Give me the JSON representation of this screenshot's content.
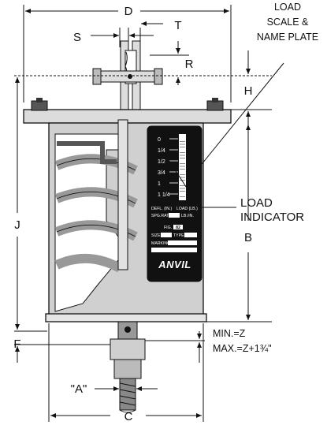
{
  "dimensions": {
    "D": "D",
    "S": "S",
    "T": "T",
    "R": "R",
    "H": "H",
    "J": "J",
    "B": "B",
    "F": "F",
    "C": "C",
    "A": "\"A\""
  },
  "callouts": {
    "load_scale_line1": "LOAD",
    "load_scale_line2": "SCALE &",
    "load_scale_line3": "NAME PLATE",
    "load_indicator_line1": "LOAD",
    "load_indicator_line2": "INDICATOR",
    "min_z": "MIN.=Z",
    "max_z": "MAX.=Z+1¾\""
  },
  "plate": {
    "scale_marks": [
      "0",
      "1/4",
      "1/2",
      "3/4",
      "1",
      "1 1/4"
    ],
    "defl_label": "DEFL. (IN.)",
    "load_label": "LOAD (LB.)",
    "spg_rate_label": "SPG.RATE",
    "lb_in_label": "LB./IN.",
    "fig_label": "FIG.",
    "fig_number": "82",
    "size_label": "SIZE",
    "type_label": "TYPE",
    "marking_label": "MARKING",
    "brand": "ANVIL"
  },
  "colors": {
    "line": "#111111",
    "casing": "#cfcfcf",
    "interior": "#ffffff",
    "spring": "#bdbdbd",
    "plate": "#111111"
  }
}
